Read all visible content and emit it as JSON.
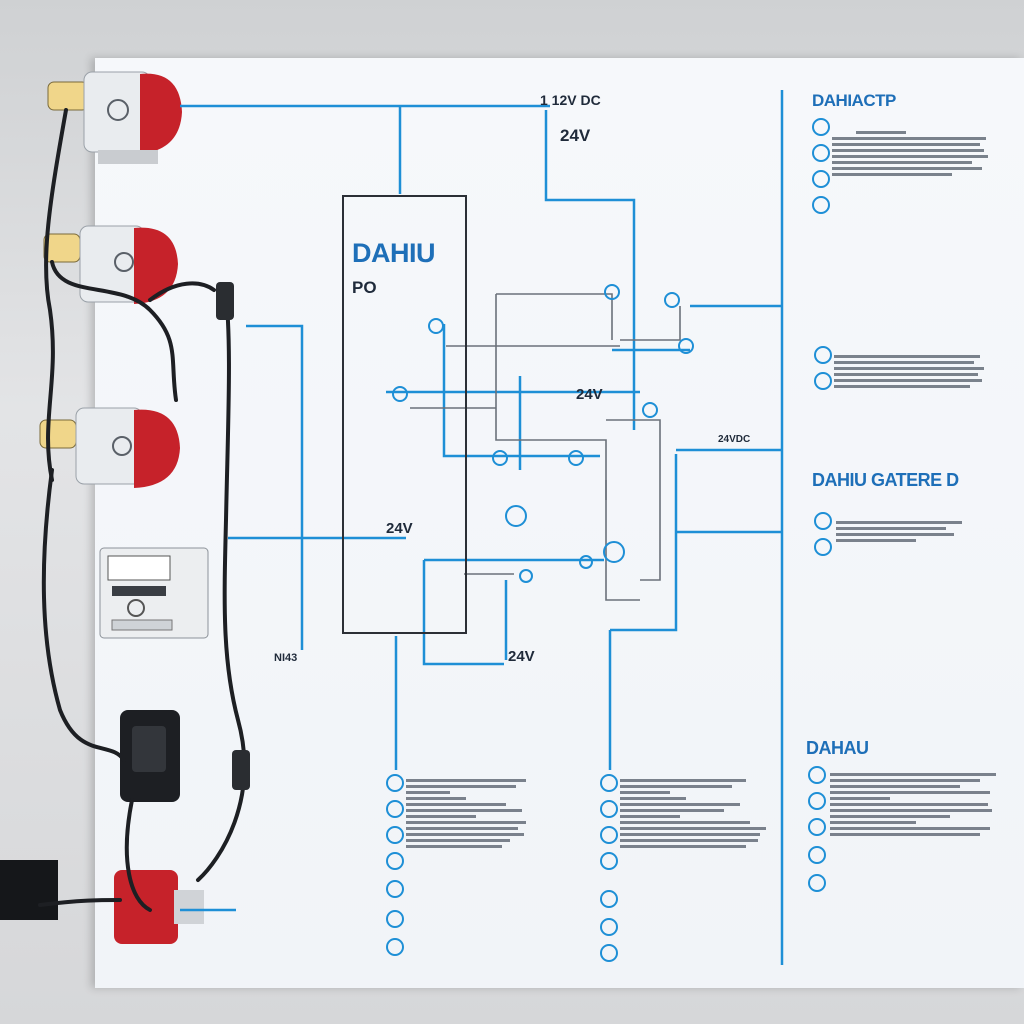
{
  "labels": {
    "supply_top": "1 12V DC",
    "v24_top": "24V",
    "controller_brand": "DAHIU",
    "controller_sub": "PO",
    "v24_left": "24V",
    "v24_mid": "24V",
    "v24_bottom": "24V",
    "v24_dc_right": "24VDC",
    "side_tag": "NI43",
    "right_title_1": "DAHIACTP",
    "right_title_2": "DAHIU GATERE D",
    "right_title_3": "DAHAU"
  },
  "colors": {
    "wire": "#1e8fd6",
    "dark_wire": "#2b2f36",
    "paper": "#f4f6f9",
    "relay_red": "#c6222a",
    "relay_body": "#eceff2"
  },
  "icons": [
    "relay-icon",
    "controller-unit-icon",
    "power-adapter-icon",
    "ground-symbol-icon",
    "connector-bullet-icon"
  ]
}
